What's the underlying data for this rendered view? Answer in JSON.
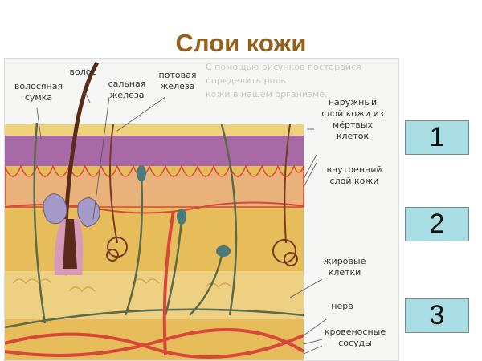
{
  "title": "Слои кожи",
  "figure": {
    "background_text": [
      "С помощью рисунков постарайся определить роль",
      "кожи в нашем организме."
    ],
    "labels": {
      "hair_follicle": "волосяная сумка",
      "hair": "волос",
      "sebaceous_gland": "сальная железа",
      "sweat_gland": "потовая железа",
      "outer_layer": "наружный слой кожи из мёртвых клеток",
      "inner_layer": "внутренний слой кожи",
      "fat_cells": "жировые клетки",
      "nerve": "нерв",
      "blood_vessels": "кровеносные сосуды"
    },
    "colors": {
      "epidermis": "#a86aa6",
      "dermis": "#e6bd5a",
      "fat": "#eac86e",
      "vessel": "#d8473a",
      "nerve": "#5b6a4a"
    }
  },
  "boxes": [
    "1",
    "2",
    "3"
  ],
  "box_color": "#a9dde4"
}
